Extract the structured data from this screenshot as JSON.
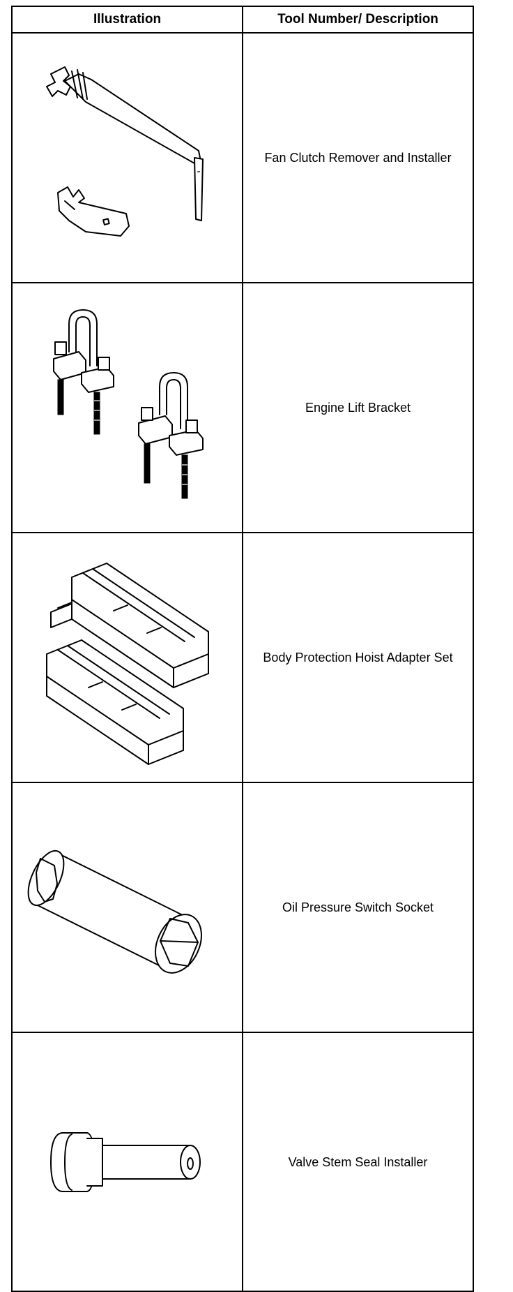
{
  "table": {
    "headers": {
      "illustration": "Illustration",
      "description": "Tool Number/ Description"
    },
    "rows": [
      {
        "description": "Fan Clutch Remover and Installer",
        "icon": "fan-clutch-wrench-icon"
      },
      {
        "description": "Engine Lift Bracket",
        "icon": "engine-lift-bracket-icon"
      },
      {
        "description": "Body Protection Hoist Adapter Set",
        "icon": "hoist-adapter-block-icon"
      },
      {
        "description": "Oil Pressure Switch Socket",
        "icon": "socket-icon"
      },
      {
        "description": "Valve Stem Seal Installer",
        "icon": "seal-installer-icon"
      }
    ]
  }
}
